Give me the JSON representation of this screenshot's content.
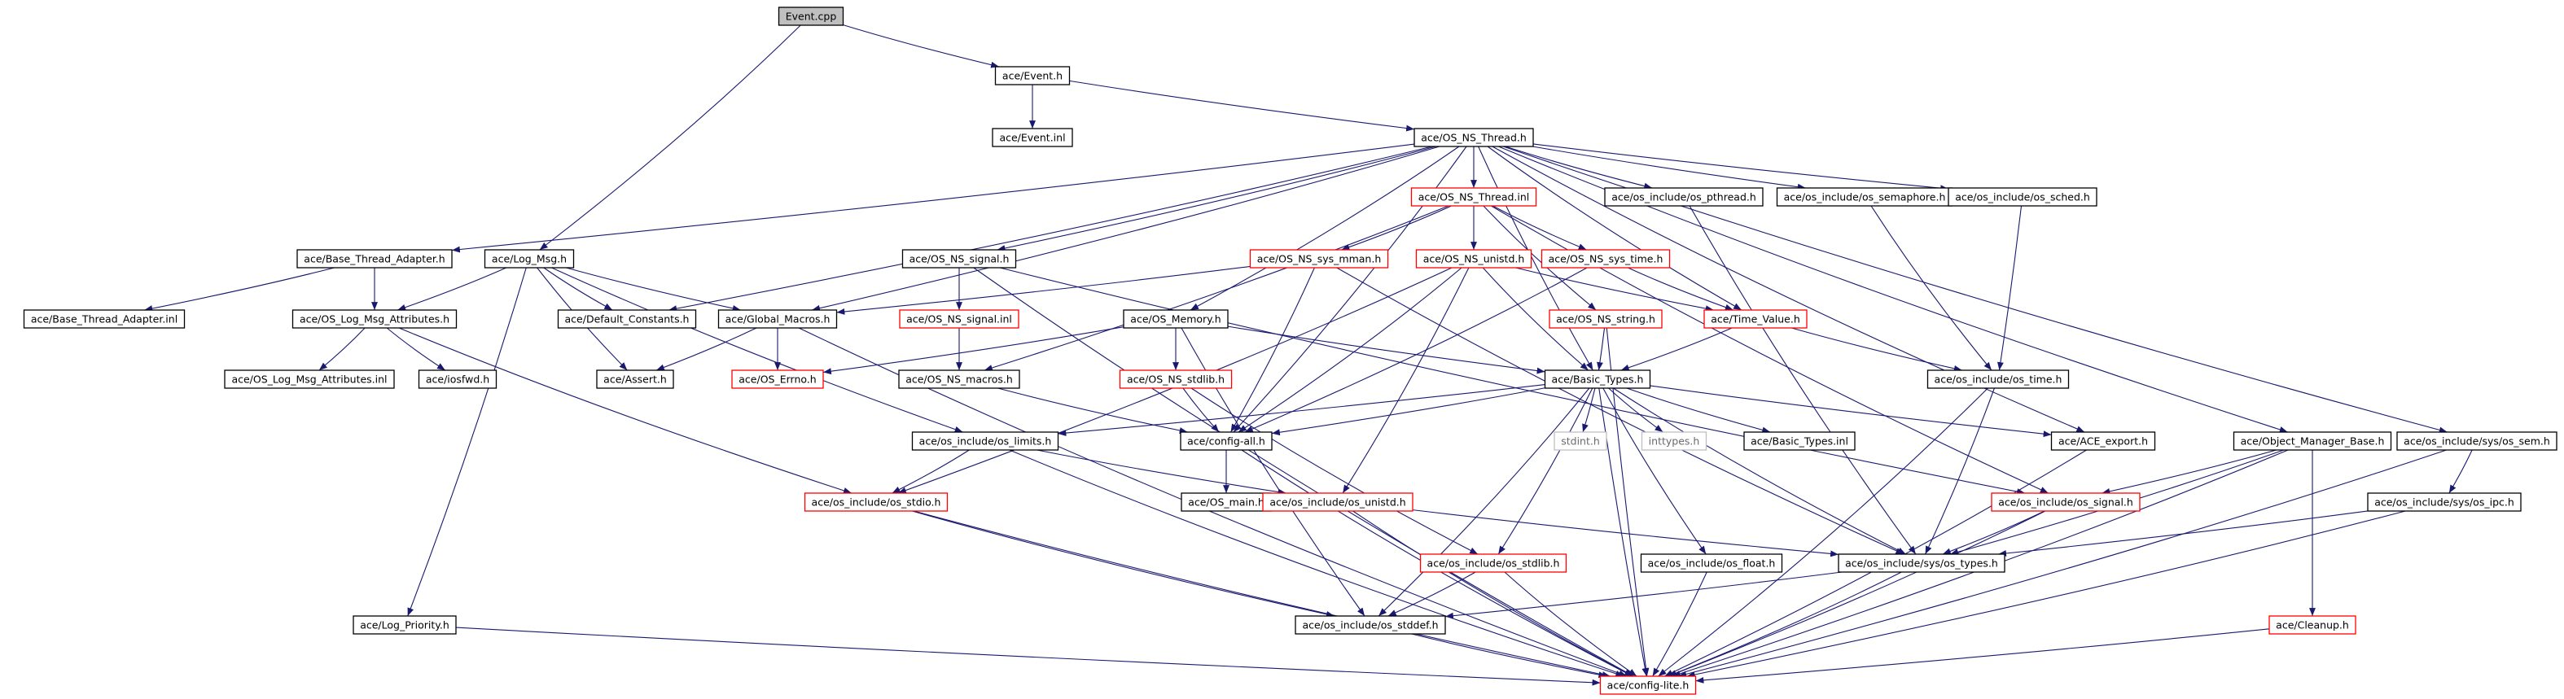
{
  "colors": {
    "edge": "#191970",
    "normal_border": "#000000",
    "red_border": "#ff0000",
    "gray_border": "#bfbfbf",
    "root_fill": "#bfbfbf",
    "fill": "#ffffff",
    "gray_text": "#6a6a6a"
  },
  "nodes": {
    "event_cpp": {
      "label": "Event.cpp",
      "style": "root"
    },
    "event_h": {
      "label": "ace/Event.h",
      "style": "normal"
    },
    "event_inl": {
      "label": "ace/Event.inl",
      "style": "normal"
    },
    "os_ns_thread_h": {
      "label": "ace/OS_NS_Thread.h",
      "style": "normal"
    },
    "os_ns_thread_inl": {
      "label": "ace/OS_NS_Thread.inl",
      "style": "red"
    },
    "os_pthread": {
      "label": "ace/os_include/os_pthread.h",
      "style": "normal"
    },
    "os_semaphore": {
      "label": "ace/os_include/os_semaphore.h",
      "style": "normal"
    },
    "os_sched": {
      "label": "ace/os_include/os_sched.h",
      "style": "normal"
    },
    "base_thread_adapter_h": {
      "label": "ace/Base_Thread_Adapter.h",
      "style": "normal"
    },
    "log_msg_h": {
      "label": "ace/Log_Msg.h",
      "style": "normal"
    },
    "os_ns_signal_h": {
      "label": "ace/OS_NS_signal.h",
      "style": "normal"
    },
    "os_ns_sys_mman": {
      "label": "ace/OS_NS_sys_mman.h",
      "style": "red"
    },
    "os_ns_unistd": {
      "label": "ace/OS_NS_unistd.h",
      "style": "red"
    },
    "os_ns_sys_time": {
      "label": "ace/OS_NS_sys_time.h",
      "style": "red"
    },
    "base_thread_adapter_inl": {
      "label": "ace/Base_Thread_Adapter.inl",
      "style": "normal"
    },
    "log_msg_attr_h": {
      "label": "ace/OS_Log_Msg_Attributes.h",
      "style": "normal"
    },
    "default_constants": {
      "label": "ace/Default_Constants.h",
      "style": "normal"
    },
    "global_macros": {
      "label": "ace/Global_Macros.h",
      "style": "normal"
    },
    "os_ns_signal_inl": {
      "label": "ace/OS_NS_signal.inl",
      "style": "red"
    },
    "os_memory": {
      "label": "ace/OS_Memory.h",
      "style": "normal"
    },
    "os_ns_string": {
      "label": "ace/OS_NS_string.h",
      "style": "red"
    },
    "time_value": {
      "label": "ace/Time_Value.h",
      "style": "red"
    },
    "log_msg_attr_inl": {
      "label": "ace/OS_Log_Msg_Attributes.inl",
      "style": "normal"
    },
    "iosfwd": {
      "label": "ace/iosfwd.h",
      "style": "normal"
    },
    "assert_h": {
      "label": "ace/Assert.h",
      "style": "normal"
    },
    "os_errno": {
      "label": "ace/OS_Errno.h",
      "style": "red"
    },
    "os_ns_macros": {
      "label": "ace/OS_NS_macros.h",
      "style": "normal"
    },
    "os_ns_stdlib": {
      "label": "ace/OS_NS_stdlib.h",
      "style": "red"
    },
    "basic_types_h": {
      "label": "ace/Basic_Types.h",
      "style": "normal"
    },
    "os_time": {
      "label": "ace/os_include/os_time.h",
      "style": "normal"
    },
    "os_limits": {
      "label": "ace/os_include/os_limits.h",
      "style": "normal"
    },
    "config_all": {
      "label": "ace/config-all.h",
      "style": "normal"
    },
    "stdint": {
      "label": "stdint.h",
      "style": "gray"
    },
    "inttypes": {
      "label": "inttypes.h",
      "style": "gray"
    },
    "basic_types_inl": {
      "label": "ace/Basic_Types.inl",
      "style": "normal"
    },
    "ace_export": {
      "label": "ace/ACE_export.h",
      "style": "normal"
    },
    "object_manager_base": {
      "label": "ace/Object_Manager_Base.h",
      "style": "normal"
    },
    "os_sys_sem": {
      "label": "ace/os_include/sys/os_sem.h",
      "style": "normal"
    },
    "os_stdio": {
      "label": "ace/os_include/os_stdio.h",
      "style": "red"
    },
    "os_main": {
      "label": "ace/OS_main.h",
      "style": "normal"
    },
    "os_unistd": {
      "label": "ace/os_include/os_unistd.h",
      "style": "red"
    },
    "os_signal": {
      "label": "ace/os_include/os_signal.h",
      "style": "red"
    },
    "os_sys_ipc": {
      "label": "ace/os_include/sys/os_ipc.h",
      "style": "normal"
    },
    "os_float": {
      "label": "ace/os_include/os_float.h",
      "style": "normal"
    },
    "os_sys_types": {
      "label": "ace/os_include/sys/os_types.h",
      "style": "normal"
    },
    "os_stdlib": {
      "label": "ace/os_include/os_stdlib.h",
      "style": "red"
    },
    "log_priority": {
      "label": "ace/Log_Priority.h",
      "style": "normal"
    },
    "os_stddef": {
      "label": "ace/os_include/os_stddef.h",
      "style": "normal"
    },
    "cleanup": {
      "label": "ace/Cleanup.h",
      "style": "red"
    },
    "config_lite": {
      "label": "ace/config-lite.h",
      "style": "red"
    }
  },
  "edges": [
    [
      "event_cpp",
      "event_h"
    ],
    [
      "event_cpp",
      "log_msg_h"
    ],
    [
      "event_h",
      "event_inl"
    ],
    [
      "event_h",
      "os_ns_thread_h"
    ],
    [
      "os_ns_thread_h",
      "os_ns_thread_inl"
    ],
    [
      "os_ns_thread_h",
      "os_pthread"
    ],
    [
      "os_ns_thread_h",
      "os_semaphore"
    ],
    [
      "os_ns_thread_h",
      "os_sched"
    ],
    [
      "os_ns_thread_h",
      "base_thread_adapter_h"
    ],
    [
      "os_ns_thread_h",
      "os_ns_signal_h"
    ],
    [
      "os_ns_thread_h",
      "default_constants"
    ],
    [
      "os_ns_thread_h",
      "global_macros"
    ],
    [
      "os_ns_thread_h",
      "os_memory"
    ],
    [
      "os_ns_thread_h",
      "config_all"
    ],
    [
      "os_ns_thread_h",
      "time_value"
    ],
    [
      "os_ns_thread_h",
      "basic_types_h"
    ],
    [
      "os_ns_thread_h",
      "ace_export"
    ],
    [
      "os_ns_thread_h",
      "object_manager_base"
    ],
    [
      "os_ns_thread_h",
      "os_sys_sem"
    ],
    [
      "os_ns_thread_inl",
      "os_ns_sys_mman"
    ],
    [
      "os_ns_thread_inl",
      "os_ns_unistd"
    ],
    [
      "os_ns_thread_inl",
      "os_ns_sys_time"
    ],
    [
      "os_ns_thread_inl",
      "os_ns_string"
    ],
    [
      "os_ns_thread_inl",
      "os_ns_macros"
    ],
    [
      "os_ns_thread_inl",
      "os_signal"
    ],
    [
      "os_pthread",
      "os_sys_types"
    ],
    [
      "os_semaphore",
      "os_time"
    ],
    [
      "os_sched",
      "os_time"
    ],
    [
      "base_thread_adapter_h",
      "base_thread_adapter_inl"
    ],
    [
      "base_thread_adapter_h",
      "log_msg_attr_h"
    ],
    [
      "log_msg_h",
      "log_msg_attr_h"
    ],
    [
      "log_msg_h",
      "default_constants"
    ],
    [
      "log_msg_h",
      "global_macros"
    ],
    [
      "log_msg_h",
      "assert_h"
    ],
    [
      "log_msg_h",
      "os_limits"
    ],
    [
      "log_msg_h",
      "log_priority"
    ],
    [
      "log_msg_attr_h",
      "log_msg_attr_inl"
    ],
    [
      "log_msg_attr_h",
      "iosfwd"
    ],
    [
      "log_msg_attr_h",
      "os_stdio"
    ],
    [
      "os_ns_signal_h",
      "os_ns_signal_inl"
    ],
    [
      "os_ns_signal_h",
      "os_signal"
    ],
    [
      "os_ns_signal_h",
      "config_lite"
    ],
    [
      "os_ns_signal_inl",
      "os_ns_macros"
    ],
    [
      "os_ns_sys_mman",
      "global_macros"
    ],
    [
      "os_ns_sys_mman",
      "config_all"
    ],
    [
      "os_ns_sys_mman",
      "os_sys_types"
    ],
    [
      "os_ns_unistd",
      "time_value"
    ],
    [
      "os_ns_unistd",
      "basic_types_h"
    ],
    [
      "os_ns_unistd",
      "config_all"
    ],
    [
      "os_ns_unistd",
      "os_unistd"
    ],
    [
      "os_ns_unistd",
      "os_stdio"
    ],
    [
      "os_ns_sys_time",
      "time_value"
    ],
    [
      "os_ns_sys_time",
      "config_all"
    ],
    [
      "os_ns_string",
      "basic_types_h"
    ],
    [
      "os_ns_string",
      "config_lite"
    ],
    [
      "global_macros",
      "assert_h"
    ],
    [
      "global_macros",
      "os_errno"
    ],
    [
      "global_macros",
      "config_lite"
    ],
    [
      "os_memory",
      "os_errno"
    ],
    [
      "os_memory",
      "basic_types_h"
    ],
    [
      "os_memory",
      "os_ns_stdlib"
    ],
    [
      "os_memory",
      "os_stddef"
    ],
    [
      "os_ns_macros",
      "config_all"
    ],
    [
      "os_ns_stdlib",
      "config_all"
    ],
    [
      "os_ns_stdlib",
      "os_stdlib"
    ],
    [
      "time_value",
      "basic_types_h"
    ],
    [
      "time_value",
      "os_time"
    ],
    [
      "basic_types_h",
      "stdint"
    ],
    [
      "basic_types_h",
      "inttypes"
    ],
    [
      "basic_types_h",
      "basic_types_inl"
    ],
    [
      "basic_types_h",
      "os_limits"
    ],
    [
      "basic_types_h",
      "config_all"
    ],
    [
      "basic_types_h",
      "ace_export"
    ],
    [
      "basic_types_h",
      "os_float"
    ],
    [
      "basic_types_h",
      "os_sys_types"
    ],
    [
      "basic_types_h",
      "os_stdlib"
    ],
    [
      "basic_types_h",
      "os_stddef"
    ],
    [
      "basic_types_h",
      "config_lite"
    ],
    [
      "os_time",
      "os_sys_types"
    ],
    [
      "os_time",
      "config_lite"
    ],
    [
      "os_limits",
      "os_stdio"
    ],
    [
      "os_limits",
      "os_unistd"
    ],
    [
      "os_limits",
      "config_lite"
    ],
    [
      "config_all",
      "os_main"
    ],
    [
      "config_all",
      "config_lite"
    ],
    [
      "ace_export",
      "config_lite"
    ],
    [
      "object_manager_base",
      "os_signal"
    ],
    [
      "object_manager_base",
      "os_sys_types"
    ],
    [
      "object_manager_base",
      "cleanup"
    ],
    [
      "object_manager_base",
      "config_lite"
    ],
    [
      "os_sys_sem",
      "os_sys_ipc"
    ],
    [
      "os_sys_sem",
      "config_lite"
    ],
    [
      "os_sys_ipc",
      "os_sys_types"
    ],
    [
      "os_sys_ipc",
      "config_lite"
    ],
    [
      "os_stdio",
      "os_stddef"
    ],
    [
      "os_stdio",
      "config_lite"
    ],
    [
      "os_unistd",
      "os_sys_types"
    ],
    [
      "os_unistd",
      "config_lite"
    ],
    [
      "os_signal",
      "os_sys_types"
    ],
    [
      "os_signal",
      "config_lite"
    ],
    [
      "os_float",
      "config_lite"
    ],
    [
      "os_sys_types",
      "os_stddef"
    ],
    [
      "os_sys_types",
      "config_lite"
    ],
    [
      "os_stdlib",
      "os_stddef"
    ],
    [
      "os_stdlib",
      "config_lite"
    ],
    [
      "os_stddef",
      "config_lite"
    ],
    [
      "log_priority",
      "config_lite"
    ],
    [
      "cleanup",
      "config_lite"
    ]
  ]
}
